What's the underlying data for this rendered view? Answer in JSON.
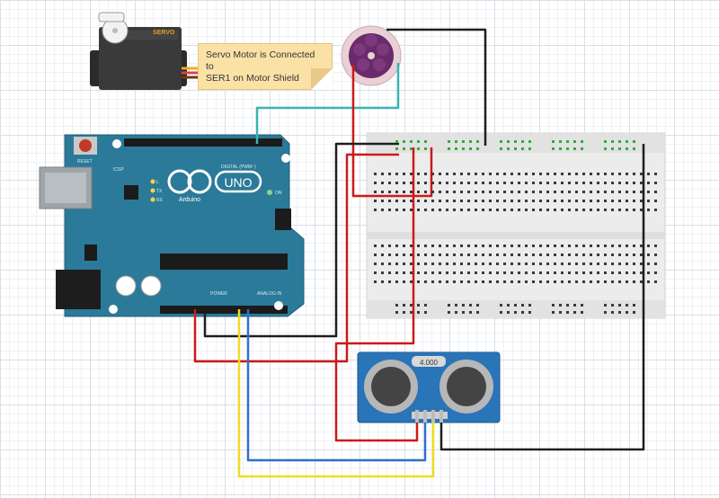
{
  "note": {
    "line1": "Servo Motor is Connected to",
    "line2": "SER1 on Motor Shield"
  },
  "servo": {
    "label": "SERVO"
  },
  "arduino": {
    "logo_text": "UNO",
    "brand": "Arduino",
    "digital_header": "DIGITAL (PWM~)",
    "analog_header": "ANALOG IN",
    "power_header": "POWER",
    "reset_label": "RESET",
    "icsp_label": "ICSP",
    "tx_label": "TX",
    "rx_label": "RX",
    "l_label": "L",
    "on_label": "ON"
  },
  "sensor": {
    "crystal": "4.000"
  },
  "colors": {
    "wire_red": "#cc1a1a",
    "wire_black": "#1e1e1e",
    "wire_yellow": "#f0dc1e",
    "wire_blue": "#2f6fd0",
    "wire_cyan": "#39b4b4",
    "arduino_board": "#2b7a99",
    "sensor_board": "#2a74b8",
    "speaker": "#6b2a6b"
  }
}
